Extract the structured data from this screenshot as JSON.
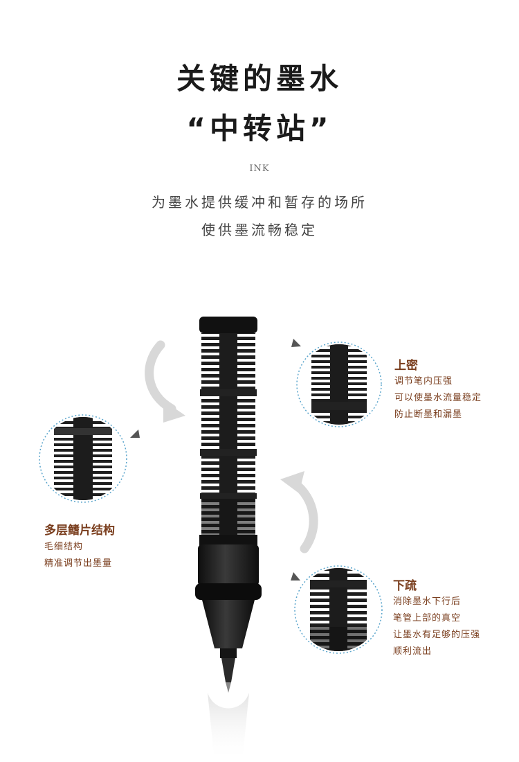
{
  "header": {
    "title_line1": "关键的墨水",
    "title_line2": "“中转站”",
    "sublabel": "INK",
    "desc_line1": "为墨水提供缓冲和暂存的场所",
    "desc_line2": "使供墨流畅稳定"
  },
  "annotations": {
    "upper": {
      "title": "上密",
      "lines": [
        "调节笔内压强",
        "可以使墨水流量稳定",
        "防止断墨和漏墨"
      ]
    },
    "left": {
      "title": "多层鳍片结构",
      "lines": [
        "毛细结构",
        "精准调节出墨量"
      ]
    },
    "lower": {
      "title": "下疏",
      "lines": [
        "消除墨水下行后",
        "笔管上部的真空",
        "让墨水有足够的压强",
        "顺利流出"
      ]
    }
  },
  "colors": {
    "accent": "#7a3e1e",
    "title": "#1a1a1a",
    "circle_border": "#5aa5cc",
    "arrow": "#d8d8d8"
  }
}
